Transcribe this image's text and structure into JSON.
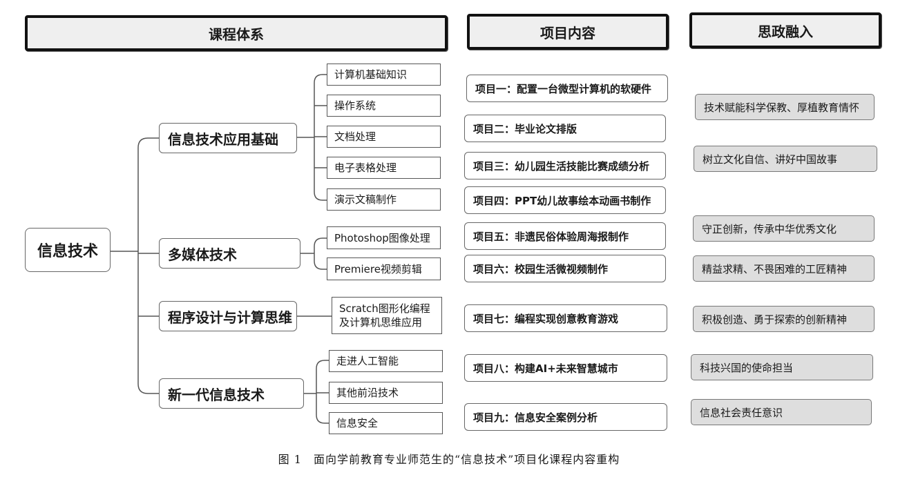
{
  "headers": {
    "curriculum": "课程体系",
    "projects": "项目内容",
    "ideology": "思政融入"
  },
  "root": "信息技术",
  "modules": [
    {
      "label": "信息技术应用基础",
      "topics": [
        "计算机基础知识",
        "操作系统",
        "文档处理",
        "电子表格处理",
        "演示文稿制作"
      ]
    },
    {
      "label": "多媒体技术",
      "topics": [
        "Photoshop图像处理",
        "Premiere视频剪辑"
      ]
    },
    {
      "label": "程序设计与计算思维",
      "topics": [
        "Scratch图形化编程 及计算机思维应用"
      ]
    },
    {
      "label": "新一代信息技术",
      "topics": [
        "走进人工智能",
        "其他前沿技术",
        "信息安全"
      ]
    }
  ],
  "projects": [
    "项目一：配置一台微型计算机的软硬件",
    "项目二：毕业论文排版",
    "项目三：幼儿园生活技能比赛成绩分析",
    "项目四：PPT幼儿故事绘本动画书制作",
    "项目五：非遗民俗体验周海报制作",
    "项目六：校园生活微视频制作",
    "项目七：编程实现创意教育游戏",
    "项目八：构建AI+未来智慧城市",
    "项目九：信息安全案例分析"
  ],
  "ideology": [
    "技术赋能科学保教、厚植教育情怀",
    "树立文化自信、讲好中国故事",
    "守正创新，传承中华优秀文化",
    "精益求精、不畏困难的工匠精神",
    "积极创造、勇于探索的创新精神",
    "科技兴国的使命担当",
    "信息社会责任意识"
  ],
  "caption": "图 1　面向学前教育专业师范生的“信息技术”项目化课程内容重构"
}
